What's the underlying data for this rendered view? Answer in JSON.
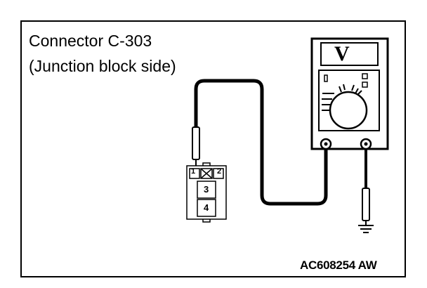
{
  "caption": {
    "line1": "Connector C-303",
    "line2": "(Junction block side)"
  },
  "connector": {
    "pins": [
      "1",
      "2",
      "3",
      "4"
    ]
  },
  "meter": {
    "mode": "V"
  },
  "figure_code": "AC608254 AW",
  "icons": {
    "meter": "voltmeter-icon",
    "probe": "test-probe-icon",
    "ground": "ground-symbol-icon",
    "no_pin": "cross-mark-icon"
  }
}
